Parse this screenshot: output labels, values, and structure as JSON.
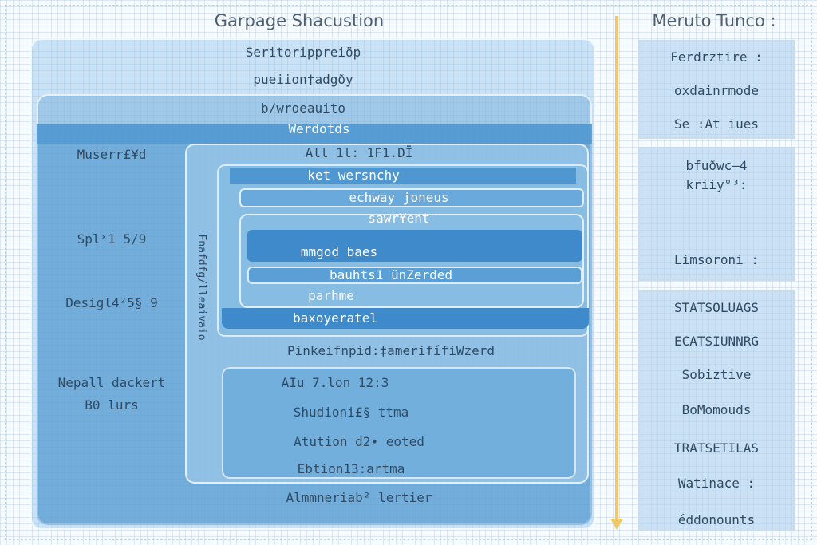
{
  "left": {
    "title": "Garpage Shacustion",
    "outer_label_1": "Seritorippreiöp",
    "outer_label_2": "pueiion†adgðy",
    "level1_label": "b/wroeauito",
    "band_label": "Werdotds",
    "side_labels": [
      "Muserr£¥d",
      "Splˣ1 5/9",
      "Desigl4²5§ 9",
      "Nepall dackert",
      "B0 lurs"
    ],
    "vertical_label": "Fnafdfg/lleaivaio",
    "inner": {
      "head": "All 1l: 1F1.DÏ",
      "bar1": "ket wersnchy",
      "bar2": "echway joneus",
      "bar3": "sawr¥ent",
      "bar4": "mmgod baes",
      "bar5": "bauhts1 ünZerded",
      "bar6": "parhme",
      "bar7": "baxoyeratel"
    },
    "mid_label": "Pinkeifnpid:‡amerifífiWzerd",
    "lower_items": [
      "AIu 7.lon 12:3",
      "Shudioni£§ ttma",
      "Atution d2• eoted",
      "Ebtion13:artma"
    ],
    "bottom_label": "Almmneriab² lertier"
  },
  "right": {
    "title": "Meruto Tunco :",
    "group1": [
      "Ferdrztire :",
      "oxdainrmode",
      "Se :At iues"
    ],
    "group2": [
      "bfuðwc–4",
      "kriiy°³:",
      "Limsoroni :"
    ],
    "group3": [
      "STATSOLUAGS",
      "ECATSIUNNRG",
      "Sobiztive",
      "BoMomouds",
      "TRATSETILAS",
      "Watinace :",
      "éddonounts"
    ]
  },
  "colors": {
    "accent_arrow": "#f0c868",
    "box_blue": "#4e97d1",
    "side_fill": "#b4d2ea"
  }
}
